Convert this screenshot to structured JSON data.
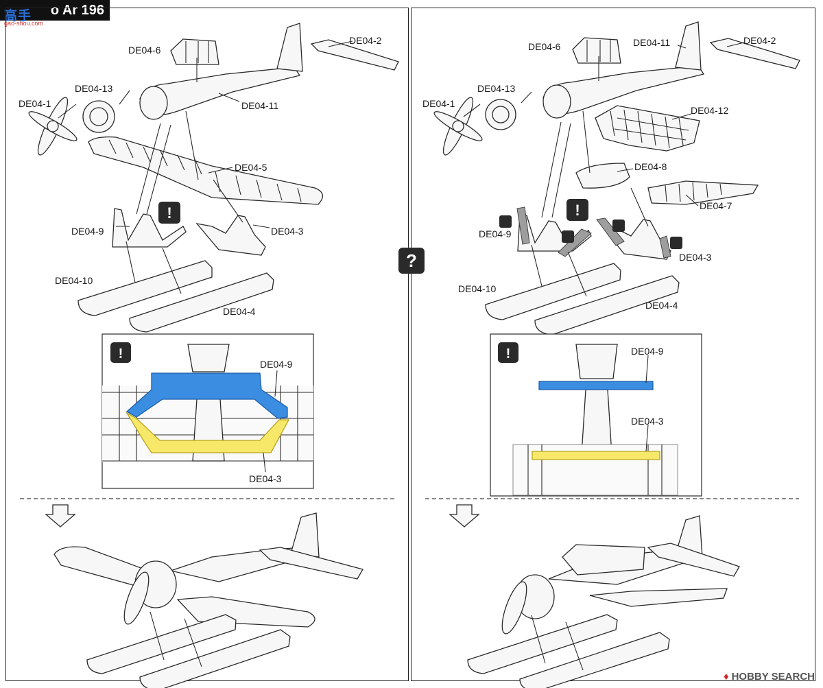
{
  "header": {
    "title": "o Ar 196"
  },
  "watermark": {
    "text": "高手",
    "sub": "gao-shou.com"
  },
  "left_panel": {
    "labels": [
      "DE04-6",
      "DE04-2",
      "DE04-13",
      "DE04-1",
      "DE04-11",
      "DE04-5",
      "DE04-9",
      "DE04-3",
      "DE04-10",
      "DE04-4"
    ],
    "detail_labels": [
      "DE04-9",
      "DE04-3"
    ]
  },
  "right_panel": {
    "labels": [
      "DE04-6",
      "DE04-11",
      "DE04-2",
      "DE04-13",
      "DE04-1",
      "DE04-12",
      "DE04-8",
      "DE04-7",
      "DE04-9",
      "DE04-3",
      "DE04-10",
      "DE04-4"
    ],
    "detail_labels": [
      "DE04-9",
      "DE04-3"
    ]
  },
  "center_icon": {
    "symbol": "?"
  },
  "warning_icon": {
    "symbol": "!"
  },
  "colors": {
    "blue": "#3a8de0",
    "yellow": "#f7e86a"
  },
  "footer": {
    "brand": "HOBBY SEARCH"
  }
}
